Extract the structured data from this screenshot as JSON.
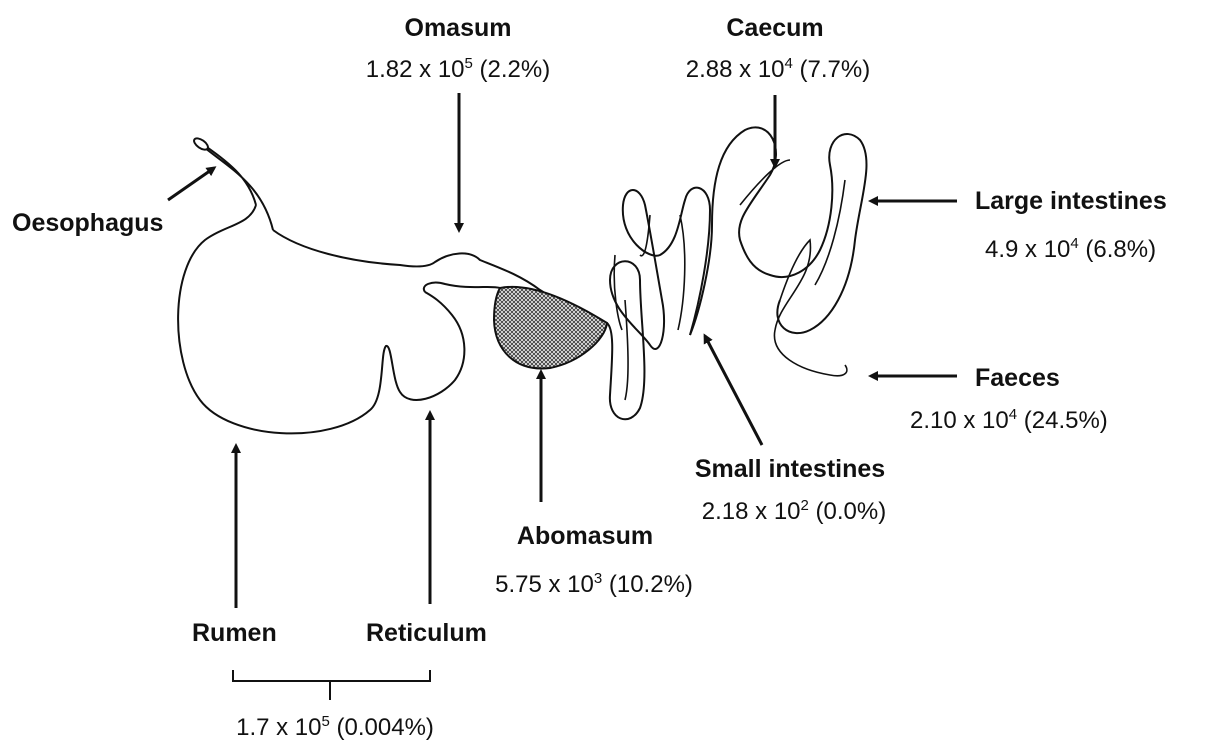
{
  "organs": {
    "oesophagus": {
      "name": "Oesophagus"
    },
    "omasum": {
      "name": "Omasum",
      "mantissa": "1.82 x 10",
      "exponent": "5",
      "percent": "(2.2%)"
    },
    "caecum": {
      "name": "Caecum",
      "mantissa": "2.88 x 10",
      "exponent": "4",
      "percent": "(7.7%)"
    },
    "large": {
      "name": "Large intestines",
      "mantissa": "4.9 x 10",
      "exponent": "4",
      "percent": "(6.8%)"
    },
    "faeces": {
      "name": "Faeces",
      "mantissa": "2.10 x 10",
      "exponent": "4",
      "percent": "(24.5%)"
    },
    "small": {
      "name": "Small intestines",
      "mantissa": "2.18 x 10",
      "exponent": "2",
      "percent": "(0.0%)"
    },
    "abomasum": {
      "name": "Abomasum",
      "mantissa": "5.75 x 10",
      "exponent": "3",
      "percent": "(10.2%)"
    },
    "rumen": {
      "name": "Rumen"
    },
    "reticulum": {
      "name": "Reticulum"
    }
  },
  "combined": {
    "mantissa": "1.7 x 10",
    "exponent": "5",
    "percent": "(0.004%)"
  },
  "colors": {
    "stroke": "#111111",
    "shade": "#555555",
    "background": "#ffffff"
  }
}
